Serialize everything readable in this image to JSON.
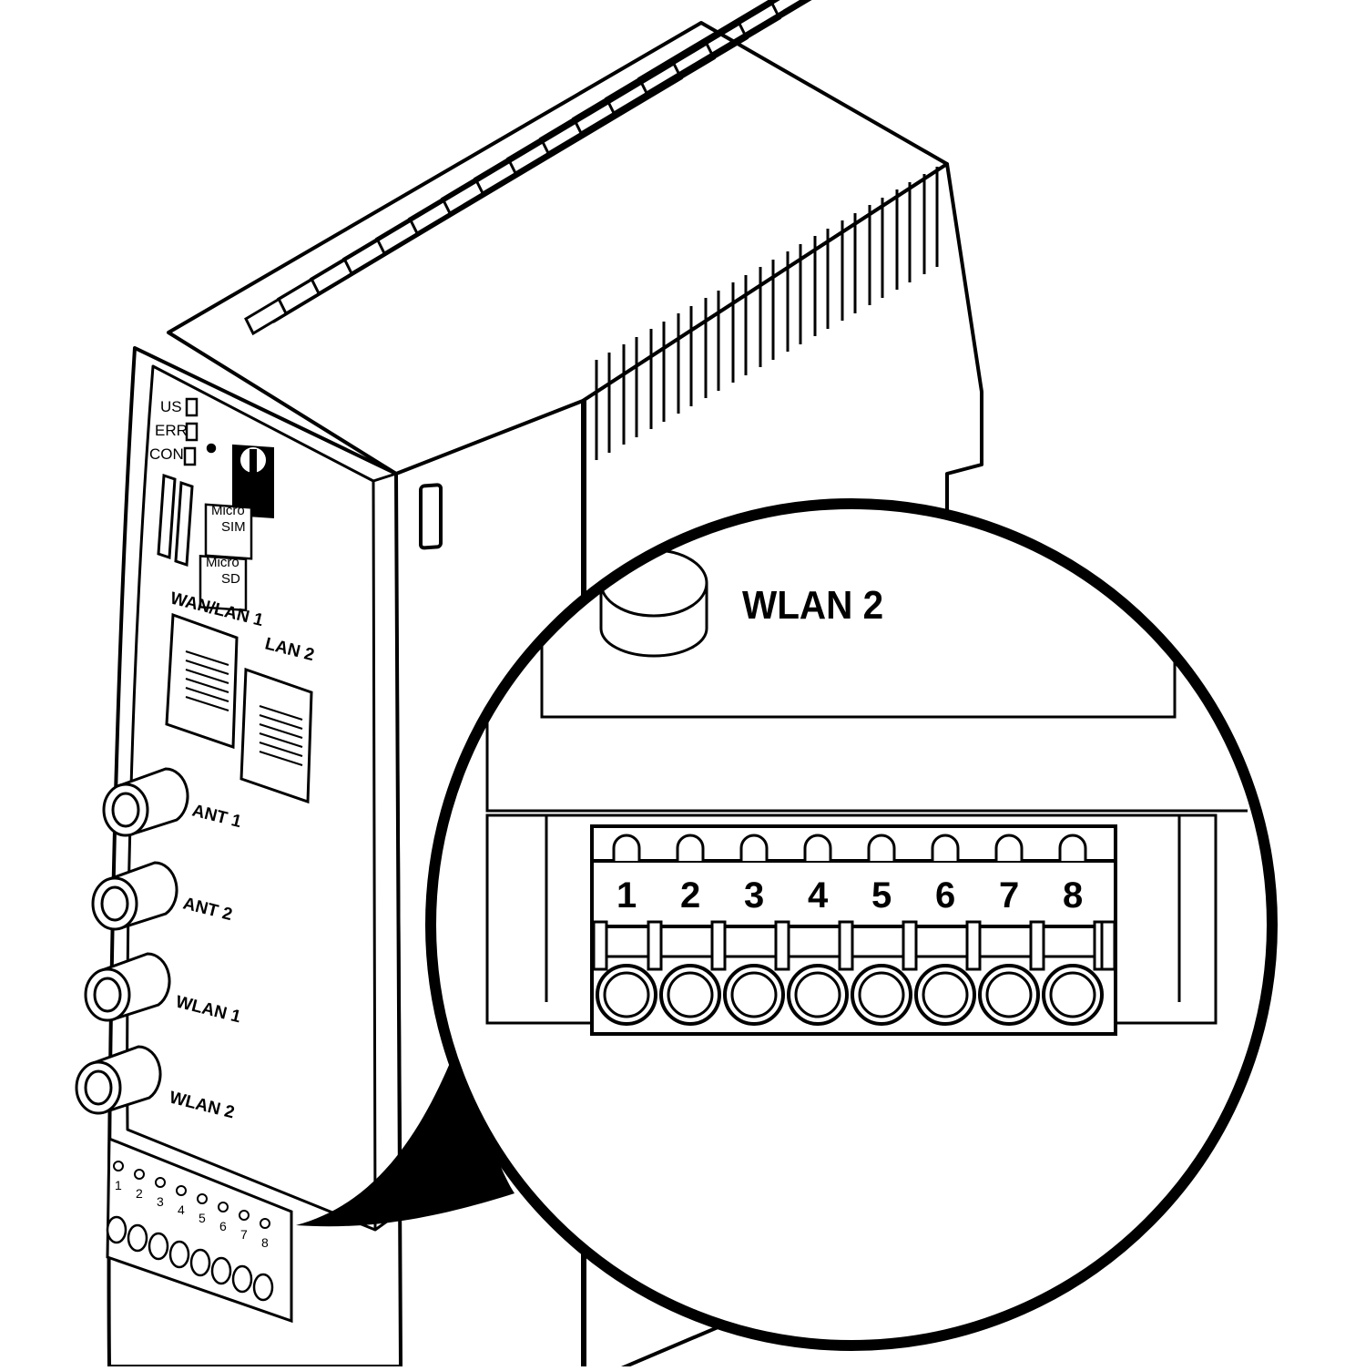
{
  "device": {
    "leds": [
      {
        "label": "US"
      },
      {
        "label": "ERR"
      },
      {
        "label": "CON"
      }
    ],
    "card_slots": [
      {
        "line1": "Micro",
        "line2": "SIM"
      },
      {
        "line1": "Micro",
        "line2": "SD"
      }
    ],
    "ports": {
      "wan": "WAN/LAN 1",
      "lan": "LAN 2"
    },
    "antennas": [
      {
        "label": "ANT 1"
      },
      {
        "label": "ANT 2"
      },
      {
        "label": "WLAN 1"
      },
      {
        "label": "WLAN 2"
      }
    ],
    "terminal_numbers": [
      "1",
      "2",
      "3",
      "4",
      "5",
      "6",
      "7",
      "8"
    ]
  },
  "detail": {
    "title": "WLAN 2",
    "terminal_numbers": [
      "1",
      "2",
      "3",
      "4",
      "5",
      "6",
      "7",
      "8"
    ]
  },
  "colors": {
    "line": "#000000",
    "background": "#ffffff"
  }
}
